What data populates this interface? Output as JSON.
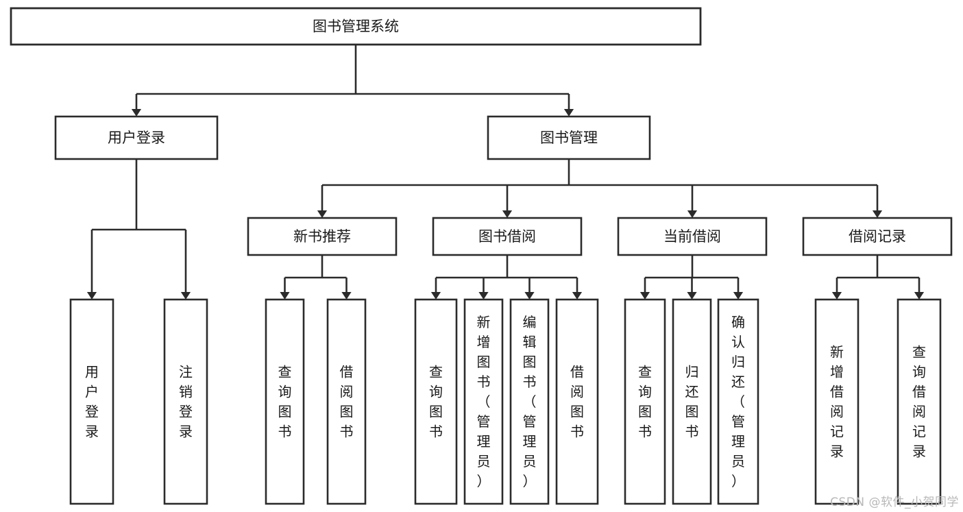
{
  "diagram": {
    "title": "图书管理系统",
    "type": "tree-hierarchy",
    "orientation": "top-down",
    "root": {
      "label": "图书管理系统",
      "id": "root"
    },
    "level2": [
      {
        "id": "user-login",
        "label": "用户登录"
      },
      {
        "id": "book-manage",
        "label": "图书管理"
      }
    ],
    "level3": [
      {
        "id": "new-book-recommend",
        "label": "新书推荐",
        "parent": "book-manage"
      },
      {
        "id": "book-borrow",
        "label": "图书借阅",
        "parent": "book-manage"
      },
      {
        "id": "current-borrow",
        "label": "当前借阅",
        "parent": "book-manage"
      },
      {
        "id": "borrow-record",
        "label": "借阅记录",
        "parent": "book-manage"
      }
    ],
    "leaves": {
      "user-login": [
        {
          "id": "leaf-user-login",
          "label": "用户登录"
        },
        {
          "id": "leaf-logout-login",
          "label": "注销登录"
        }
      ],
      "new-book-recommend": [
        {
          "id": "leaf-query-book-1",
          "label": "查询图书"
        },
        {
          "id": "leaf-borrow-book-1",
          "label": "借阅图书"
        }
      ],
      "book-borrow": [
        {
          "id": "leaf-query-book-2",
          "label": "查询图书"
        },
        {
          "id": "leaf-add-book-admin",
          "label": "新增图书（管理员）"
        },
        {
          "id": "leaf-edit-book-admin",
          "label": "编辑图书（管理员）"
        },
        {
          "id": "leaf-borrow-book-2",
          "label": "借阅图书"
        }
      ],
      "current-borrow": [
        {
          "id": "leaf-query-book-3",
          "label": "查询图书"
        },
        {
          "id": "leaf-return-book",
          "label": "归还图书"
        },
        {
          "id": "leaf-confirm-return-admin",
          "label": "确认归还（管理员）"
        }
      ],
      "borrow-record": [
        {
          "id": "leaf-add-borrow-record",
          "label": "新增借阅记录"
        },
        {
          "id": "leaf-query-borrow-record",
          "label": "查询借阅记录"
        }
      ]
    }
  },
  "watermark": {
    "text": "CSDN @软件_小贺同学"
  },
  "colors": {
    "stroke": "#2b2b2b",
    "fill": "#ffffff",
    "text": "#1a1a1a",
    "watermark": "#b8b8b8"
  }
}
